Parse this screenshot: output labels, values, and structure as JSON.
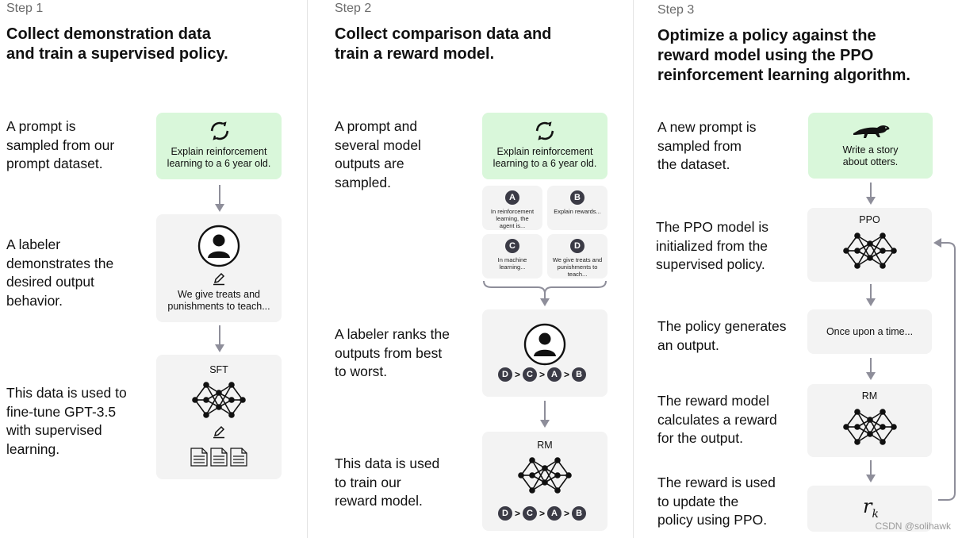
{
  "step1": {
    "label": "Step 1",
    "title_lines": [
      "Collect demonstration data",
      "and train a supervised policy."
    ],
    "desc1": [
      "A prompt is",
      "sampled from our",
      "prompt dataset."
    ],
    "desc2": [
      "A labeler",
      "demonstrates the",
      "desired output",
      "behavior."
    ],
    "desc3": [
      "This data is used to",
      "fine-tune GPT-3.5",
      "with supervised",
      "learning."
    ],
    "prompt_card": [
      "Explain reinforcement",
      "learning to a 6 year old."
    ],
    "demo_card": [
      "We give treats and",
      "punishments to teach..."
    ],
    "sft_label": "SFT"
  },
  "step2": {
    "label": "Step 2",
    "title_lines": [
      "Collect comparison data and",
      "train a reward model."
    ],
    "desc1": [
      "A prompt and",
      "several model",
      "outputs are",
      "sampled."
    ],
    "desc2": [
      "A labeler ranks the",
      "outputs from best",
      "to worst."
    ],
    "desc3": [
      "This data is used",
      "to train our",
      "reward model."
    ],
    "prompt_card": [
      "Explain reinforcement",
      "learning to a 6 year old."
    ],
    "outputs": [
      {
        "badge": "A",
        "lines": [
          "In reinforcement",
          "learning, the",
          "agent is..."
        ]
      },
      {
        "badge": "B",
        "lines": [
          "Explain rewards..."
        ]
      },
      {
        "badge": "C",
        "lines": [
          "In machine",
          "learning..."
        ]
      },
      {
        "badge": "D",
        "lines": [
          "We give treats and",
          "punishments to",
          "teach..."
        ]
      }
    ],
    "ranking": [
      "D",
      "C",
      "A",
      "B"
    ],
    "rm_label": "RM"
  },
  "step3": {
    "label": "Step 3",
    "title_lines": [
      "Optimize a policy against the",
      "reward model using the PPO",
      "reinforcement learning algorithm."
    ],
    "desc1": [
      "A new prompt is",
      "sampled from",
      "the dataset."
    ],
    "desc2": [
      "The PPO model is",
      "initialized from the",
      "supervised policy."
    ],
    "desc3": [
      "The policy generates",
      "an output."
    ],
    "desc4": [
      "The reward model",
      "calculates a reward",
      "for the output."
    ],
    "desc5": [
      "The reward is used",
      "to update the",
      "policy using PPO."
    ],
    "prompt_card": [
      "Write a story",
      "about otters."
    ],
    "ppo_label": "PPO",
    "output_text": "Once upon a time...",
    "rm_label": "RM",
    "reward_symbol": "r",
    "reward_subscript": "k"
  },
  "watermark": "CSDN @solihawk",
  "colors": {
    "green_card": "#d9f7da",
    "gray_card": "#f3f3f3",
    "arrow": "#8e8e9a",
    "badge": "#3b3b46"
  }
}
